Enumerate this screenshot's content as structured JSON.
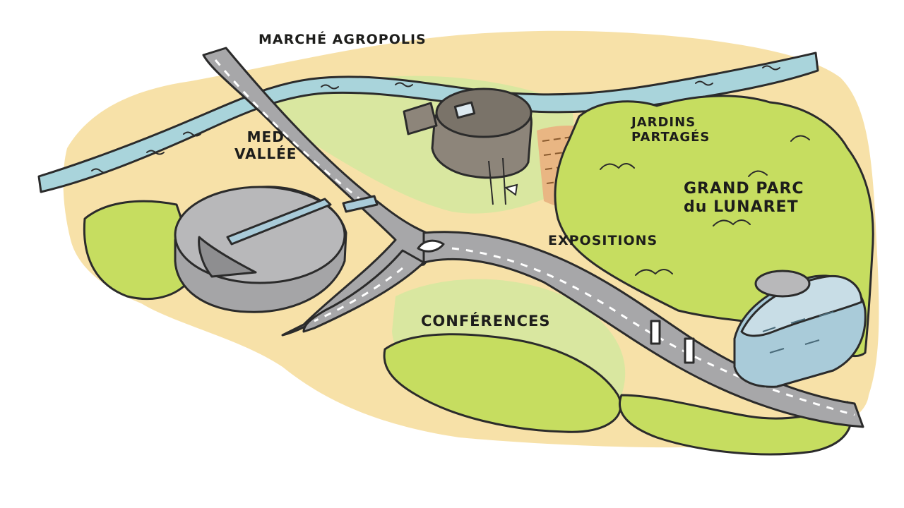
{
  "labels": {
    "marche": "MARCHÉ AGROPOLIS",
    "med_line1": "MED",
    "med_line2": "VALLÉE",
    "jardins_line1": "JARDINS",
    "jardins_line2": "PARTAGÉS",
    "grand_parc_line1": "GRAND PARC",
    "grand_parc_line2": "du LUNARET",
    "expositions": "EXPOSITIONS",
    "conferences": "CONFÉRENCES"
  },
  "colors": {
    "sand": "#f7e1a8",
    "grass": "#d2e291",
    "trees": "#c6dd60",
    "tree_shadow": "#9fbc3d",
    "river": "#a9d4db",
    "road": "#a7a7a9",
    "road_dash": "#ffffff",
    "building_grey": "#b8b8ba",
    "building_brown": "#8d857a",
    "building_glass": "#a9cbd9",
    "field_orange": "#e9b683"
  },
  "icons": [
    "river-waves",
    "tree-canopy",
    "flag-icon",
    "gate-pillar-icon",
    "roundabout-island"
  ]
}
